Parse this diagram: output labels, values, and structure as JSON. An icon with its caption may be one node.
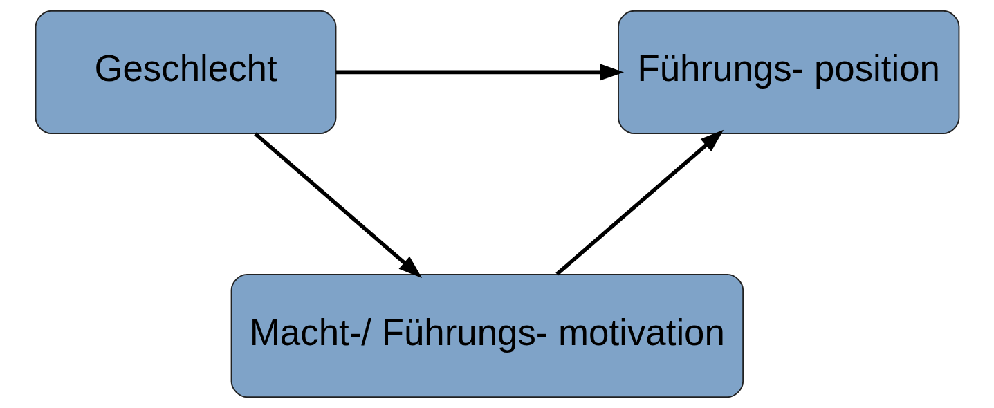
{
  "diagram": {
    "nodes": [
      {
        "text": [
          "Geschlecht"
        ]
      },
      {
        "text": [
          "Führungs- position"
        ]
      },
      {
        "text": [
          "Macht-/ Führungs- motivation"
        ]
      }
    ],
    "edges": [
      {
        "from": 0,
        "to": 1,
        "arrow": "to"
      },
      {
        "from": 0,
        "to": 2,
        "arrow": "to"
      },
      {
        "from": 2,
        "to": 1,
        "arrow": "to"
      }
    ]
  }
}
